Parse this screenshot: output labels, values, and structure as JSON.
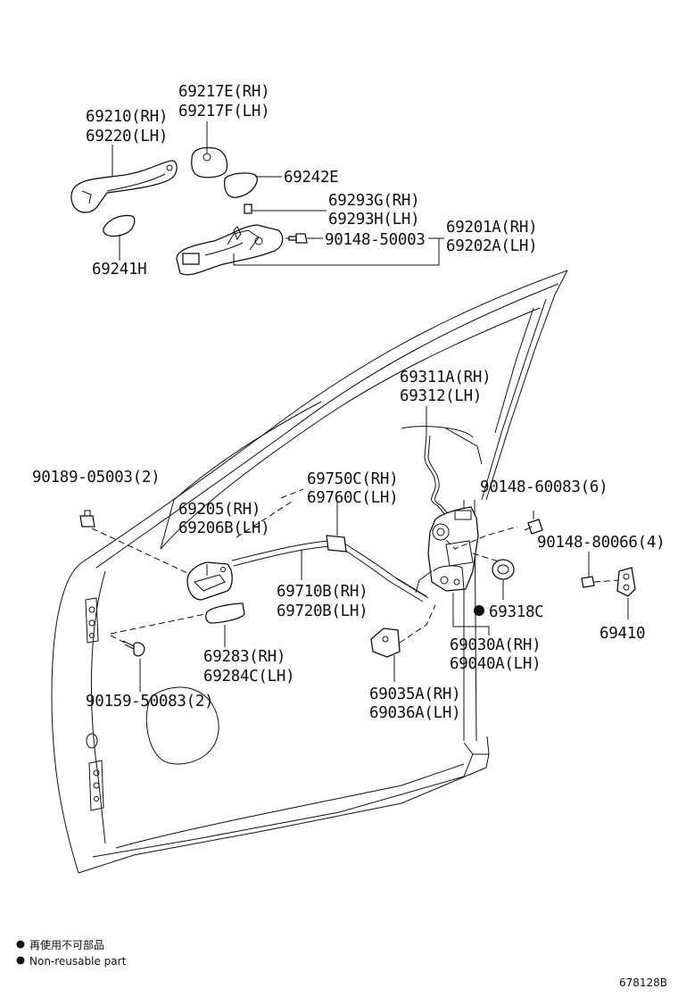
{
  "labels": {
    "p69217e": "69217E(RH)",
    "p69217f": "69217F(LH)",
    "p69210": "69210(RH)",
    "p69220": "69220(LH)",
    "p69242e": "69242E",
    "p69293g": "69293G(RH)",
    "p69293h": "69293H(LH)",
    "p90148_50003": "90148-50003",
    "p69201a": "69201A(RH)",
    "p69202a": "69202A(LH)",
    "p69241h": "69241H",
    "p69311a": "69311A(RH)",
    "p69312": "69312(LH)",
    "p90189": "90189-05003(2)",
    "p69750c": "69750C(RH)",
    "p69760c": "69760C(LH)",
    "p90148_60083": "90148-60083(6)",
    "p69205": "69205(RH)",
    "p69206b": "69206B(LH)",
    "p90148_80066": "90148-80066(4)",
    "p69710b": "69710B(RH)",
    "p69720b": "69720B(LH)",
    "p69318c": "69318C",
    "p69410": "69410",
    "p69283": "69283(RH)",
    "p69284c": "69284C(LH)",
    "p69030a": "69030A(RH)",
    "p69040a": "69040A(LH)",
    "p90159": "90159-50083(2)",
    "p69035a": "69035A(RH)",
    "p69036a": "69036A(LH)"
  },
  "legend": {
    "jp": "再使用不可部品",
    "en": "Non-reusable part"
  },
  "illustration_id": "678128B"
}
